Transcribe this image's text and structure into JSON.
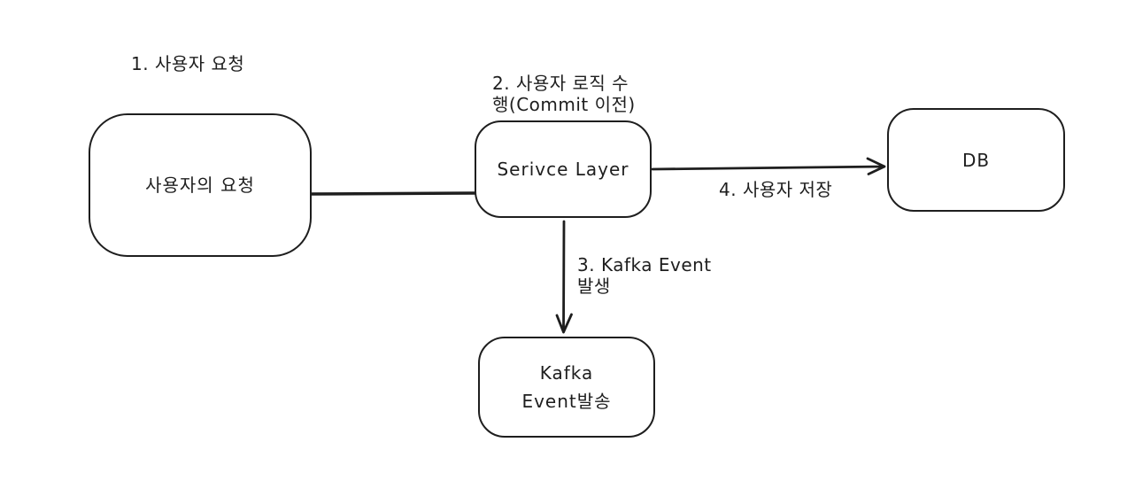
{
  "diagram": {
    "background": "#ffffff",
    "stroke_color": "#1e1e1e",
    "nodes": {
      "user_request": "사용자의 요청",
      "service_layer": "Serivce Layer",
      "db": "DB",
      "kafka": "Kafka\nEvent발송"
    },
    "annotations": {
      "step1": "1. 사용자 요청",
      "step2": "2. 사용자 로직 수\n행(Commit 이전)",
      "step3": "3. Kafka Event\n발생",
      "step4": "4. 사용자 저장"
    },
    "edges": [
      {
        "from": "user_request",
        "to": "service_layer",
        "style": "line",
        "label_ref": ""
      },
      {
        "from": "service_layer",
        "to": "db",
        "style": "arrow",
        "label_ref": "step4"
      },
      {
        "from": "service_layer",
        "to": "kafka",
        "style": "arrow",
        "label_ref": "step3"
      }
    ]
  }
}
